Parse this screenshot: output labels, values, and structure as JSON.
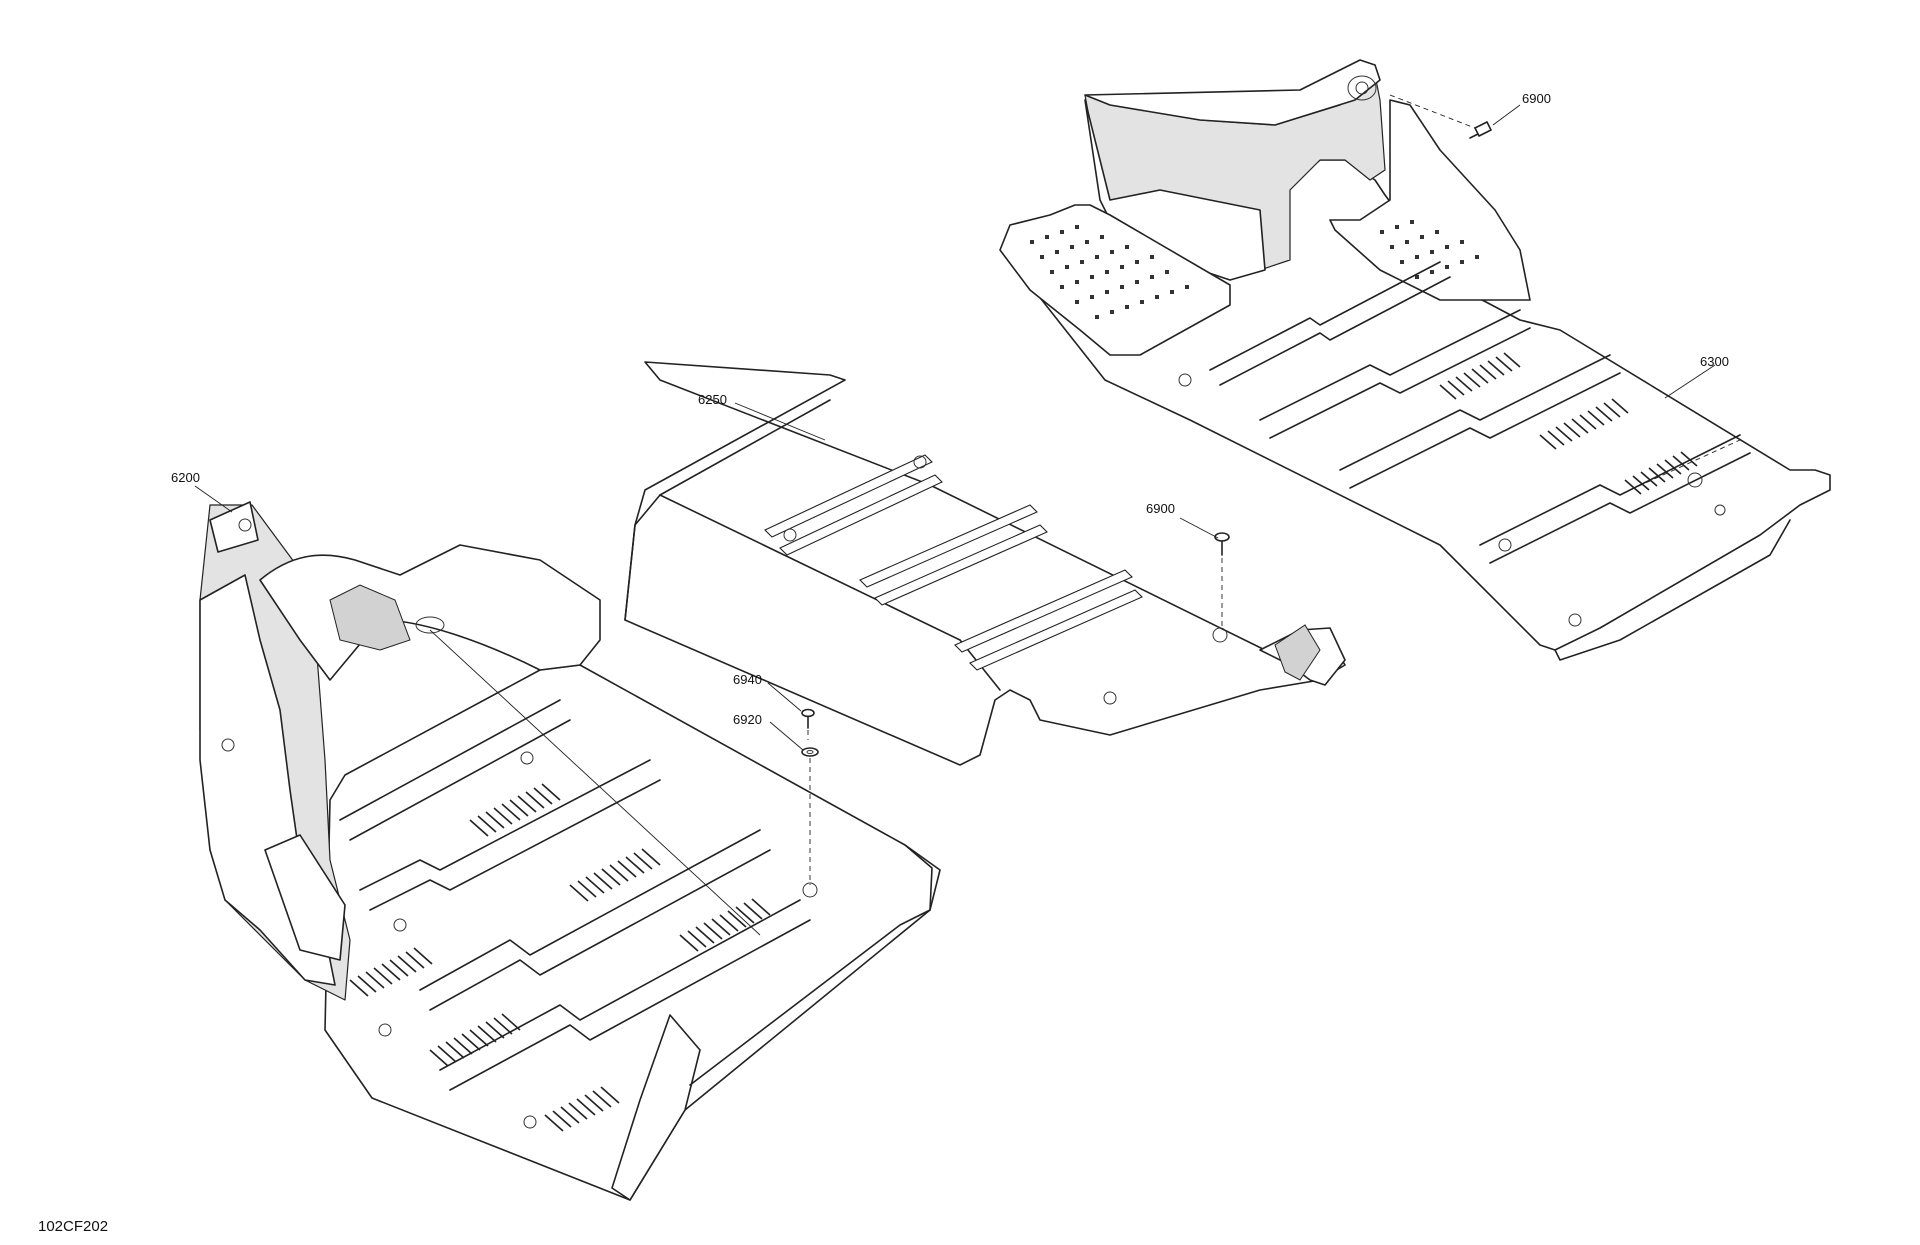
{
  "callouts": {
    "c6200": "6200",
    "c6250": "6250",
    "c6300": "6300",
    "c6900_top": "6900",
    "c6900_mid": "6900",
    "c6940": "6940",
    "c6920": "6920"
  },
  "figure_id": "102CF202"
}
